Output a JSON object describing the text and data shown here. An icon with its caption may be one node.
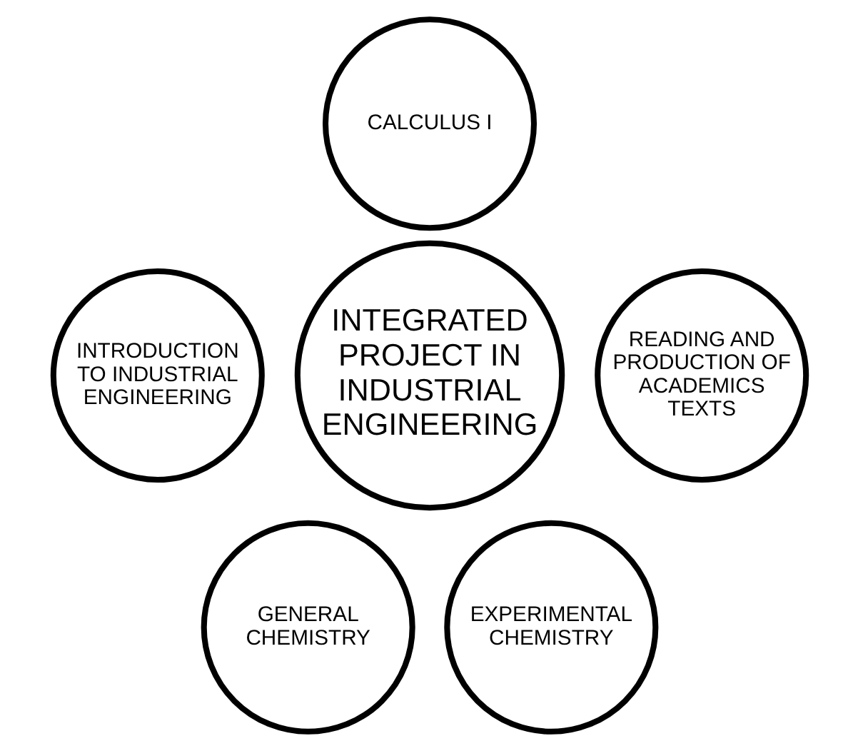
{
  "diagram": {
    "nodes": [
      {
        "text": [
          "CALCULUS I"
        ]
      },
      {
        "text": [
          "INTRODUCTION TO INDUSTRIAL ENGINEERING"
        ]
      },
      {
        "text": [
          "INTEGRATED PROJECT IN INDUSTRIAL ENGINEERING"
        ]
      },
      {
        "text": [
          "READING AND PRODUCTION OF ACADEMICS TEXTS"
        ]
      },
      {
        "text": [
          "GENERAL CHEMISTRY"
        ]
      },
      {
        "text": [
          "EXPERIMENTAL CHEMISTRY"
        ]
      }
    ],
    "edges": []
  }
}
